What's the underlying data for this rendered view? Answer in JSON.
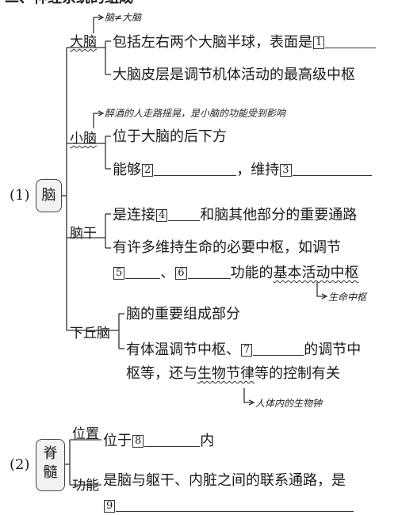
{
  "header": {
    "partial_title": "二、神经系统的组成"
  },
  "brain": {
    "number": "(1)",
    "label": "脑",
    "cerebrum": {
      "label": "大脑",
      "note": "脑≠大脑",
      "line1_text": "包括左右两个大脑半球，表面是",
      "line1_blank": "1",
      "line2_text": "大脑皮层是调节机体活动的最高级中枢"
    },
    "cerebellum": {
      "label": "小脑",
      "note": "醉酒的人走路摇晃，是小脑的功能受到影响",
      "line1_text": "位于大脑的后下方",
      "line2_prefix": "能够",
      "line2_blank_a": "2",
      "line2_mid": "，维持",
      "line2_blank_b": "3"
    },
    "brainstem": {
      "label": "脑干",
      "line1_prefix": "是连接",
      "line1_blank": "4",
      "line1_suffix": "和脑其他部分的重要通路",
      "line2_text": "有许多维持生命的必要中枢，如调节",
      "line3_blank_a": "5",
      "line3_sep": "、",
      "line3_blank_b": "6",
      "line3_mid": "功能的",
      "line3_wavy": "基本活动中枢",
      "note": "生命中枢"
    },
    "hypothalamus": {
      "label": "下丘脑",
      "line1_text": "脑的重要组成部分",
      "line2_prefix": "有体温调节中枢、",
      "line2_blank": "7",
      "line2_suffix": "的调节中",
      "line3_prefix": "枢等，还与",
      "line3_wavy": "生物节律",
      "line3_suffix": "等的控制有关",
      "note": "人体内的生物钟"
    }
  },
  "spinal_cord": {
    "number": "(2)",
    "label_top": "脊",
    "label_bottom": "髓",
    "position": {
      "label": "位置",
      "prefix": "位于",
      "blank": "8",
      "suffix": "内"
    },
    "function": {
      "label": "功能",
      "text": "是脑与躯干、内脏之间的联系通路，是",
      "blank": "9"
    }
  }
}
